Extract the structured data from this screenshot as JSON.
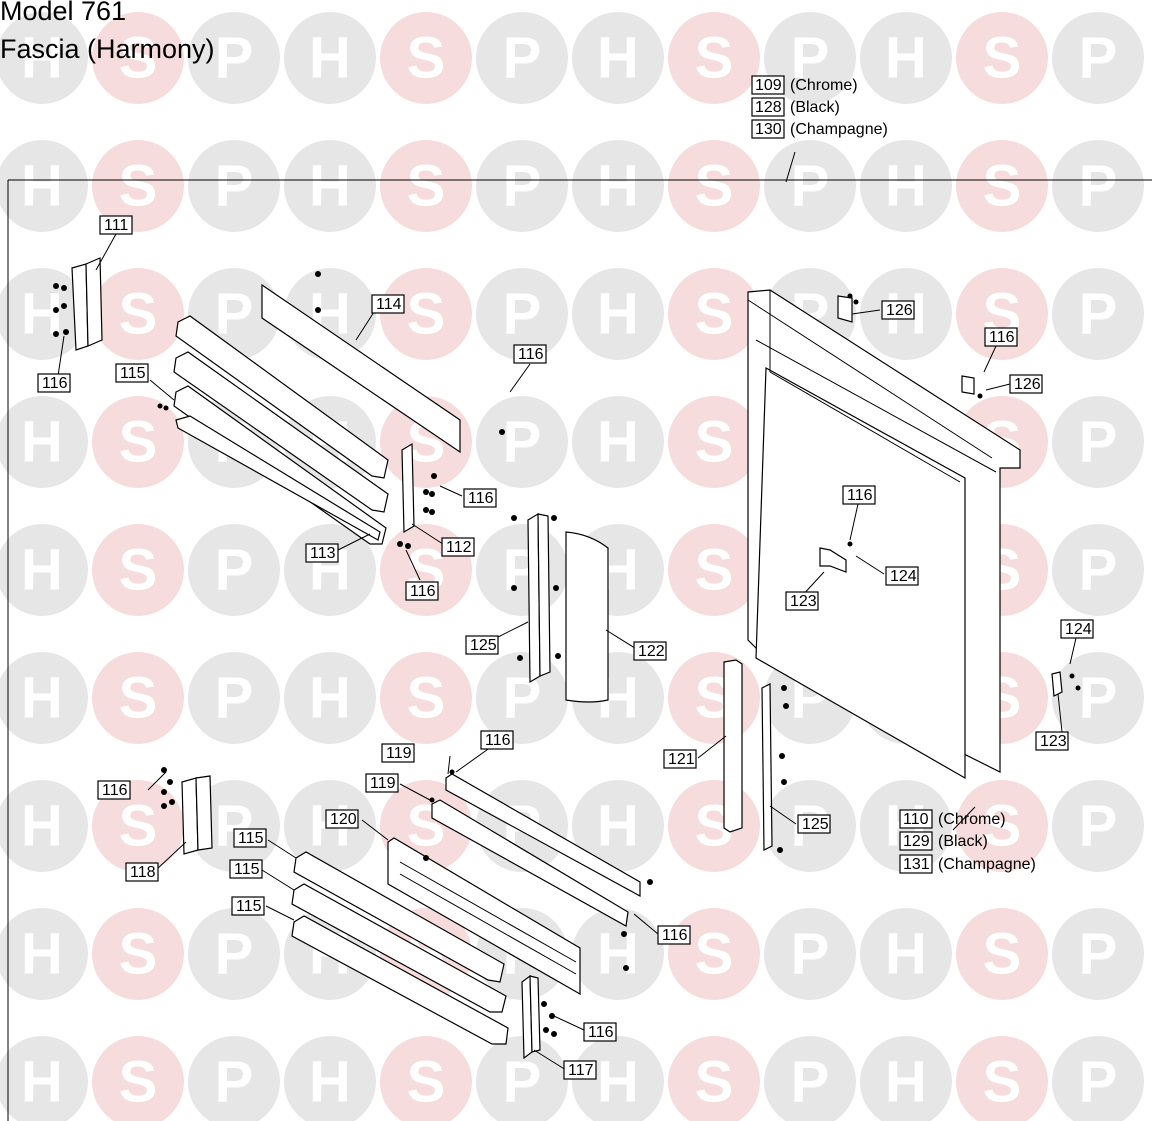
{
  "title": {
    "model": "Model 761",
    "section": "Fascia (Harmony)"
  },
  "watermark": {
    "letters": [
      "H",
      "S",
      "P"
    ],
    "colors": {
      "circle": "#e6e6e6",
      "circle_accent": "#f6dcdc",
      "letter": "#ffffff"
    }
  },
  "legend_top": [
    {
      "part": "109",
      "finish": "(Chrome)"
    },
    {
      "part": "128",
      "finish": "(Black)"
    },
    {
      "part": "130",
      "finish": "(Champagne)"
    }
  ],
  "legend_bottom": [
    {
      "part": "110",
      "finish": "(Chrome)"
    },
    {
      "part": "129",
      "finish": "(Black)"
    },
    {
      "part": "131",
      "finish": "(Champagne)"
    }
  ],
  "callouts": [
    "111",
    "116",
    "114",
    "115",
    "116",
    "116",
    "112",
    "113",
    "116",
    "125",
    "122",
    "126",
    "116",
    "126",
    "116",
    "123",
    "124",
    "124",
    "123",
    "121",
    "125",
    "116",
    "118",
    "119",
    "116",
    "119",
    "120",
    "115",
    "115",
    "115",
    "116",
    "116",
    "117"
  ]
}
